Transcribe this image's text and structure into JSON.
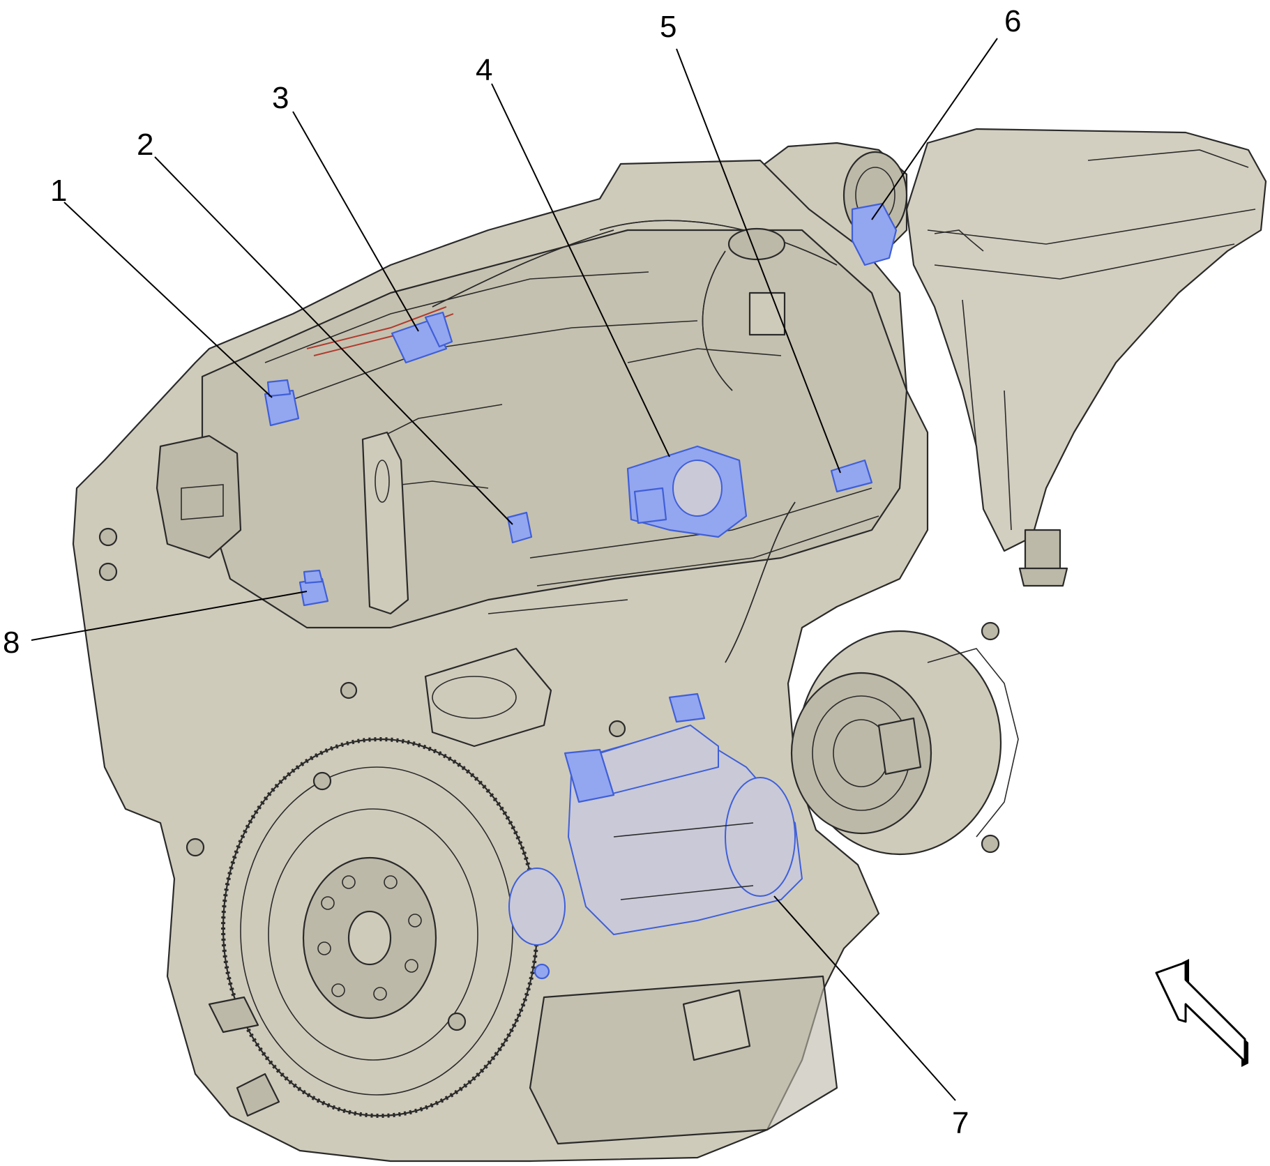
{
  "callouts": [
    {
      "id": "1",
      "label": "1"
    },
    {
      "id": "2",
      "label": "2"
    },
    {
      "id": "3",
      "label": "3"
    },
    {
      "id": "4",
      "label": "4"
    },
    {
      "id": "5",
      "label": "5"
    },
    {
      "id": "6",
      "label": "6"
    },
    {
      "id": "7",
      "label": "7"
    },
    {
      "id": "8",
      "label": "8"
    }
  ],
  "icons": {
    "view_arrow": "view-direction-arrow-icon"
  },
  "colors": {
    "engine_fill": "#cfcbbb",
    "highlight_fill": "#93a6f0",
    "highlight_stroke": "#3f5fd8",
    "outline": "#2a2a2a",
    "callout_text": "#000000"
  }
}
